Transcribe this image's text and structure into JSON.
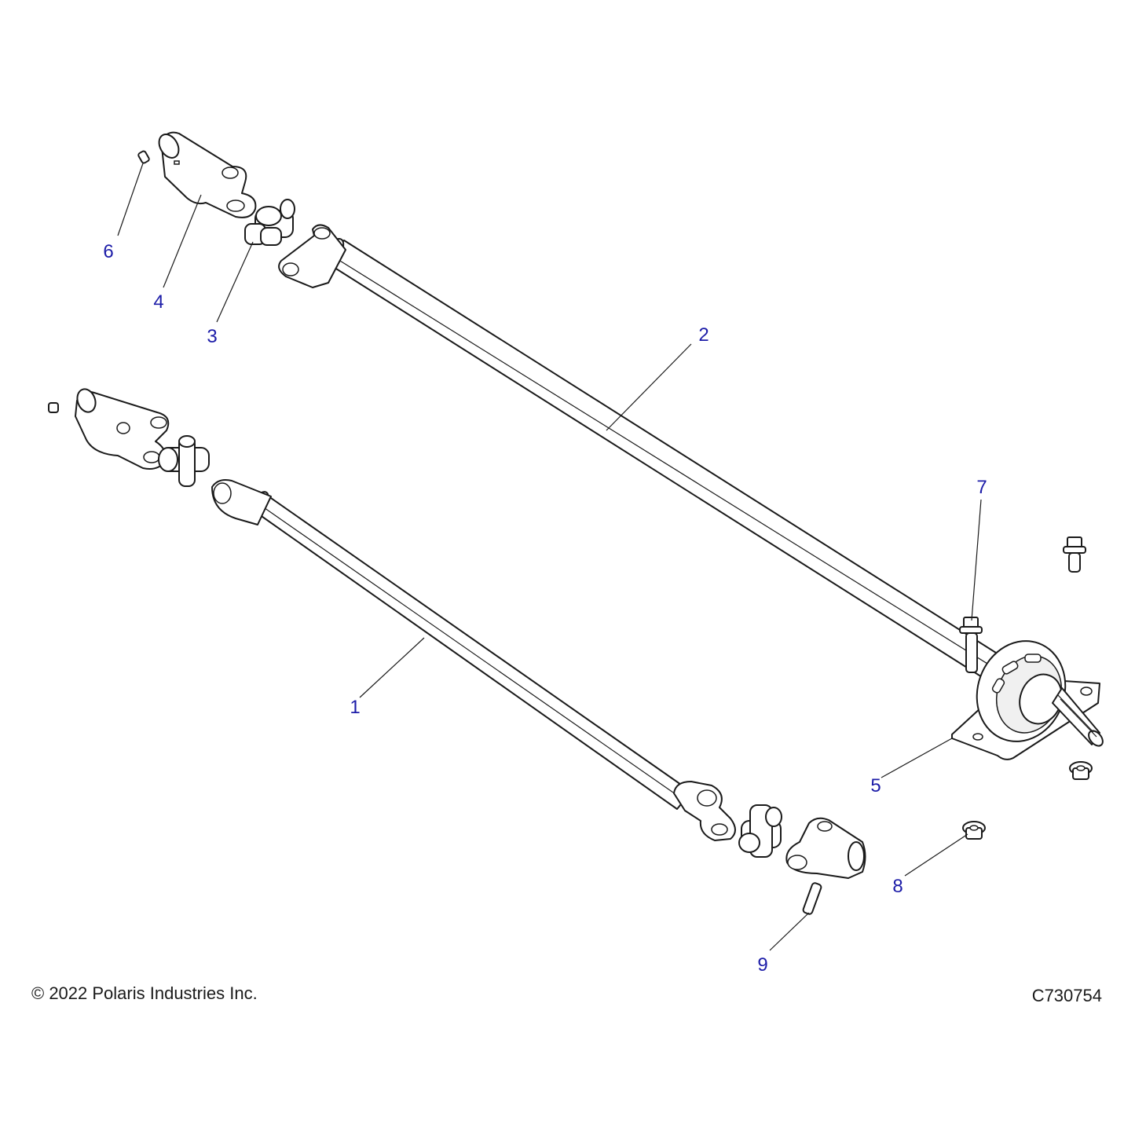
{
  "callout_color": "#1c1ca8",
  "line_color": "#1a1a1a",
  "callouts": [
    "1",
    "2",
    "3",
    "4",
    "5",
    "6",
    "7",
    "8",
    "9"
  ],
  "footer": {
    "copyright": "© 2022 Polaris Industries Inc.",
    "drawing_number": "C730754"
  }
}
